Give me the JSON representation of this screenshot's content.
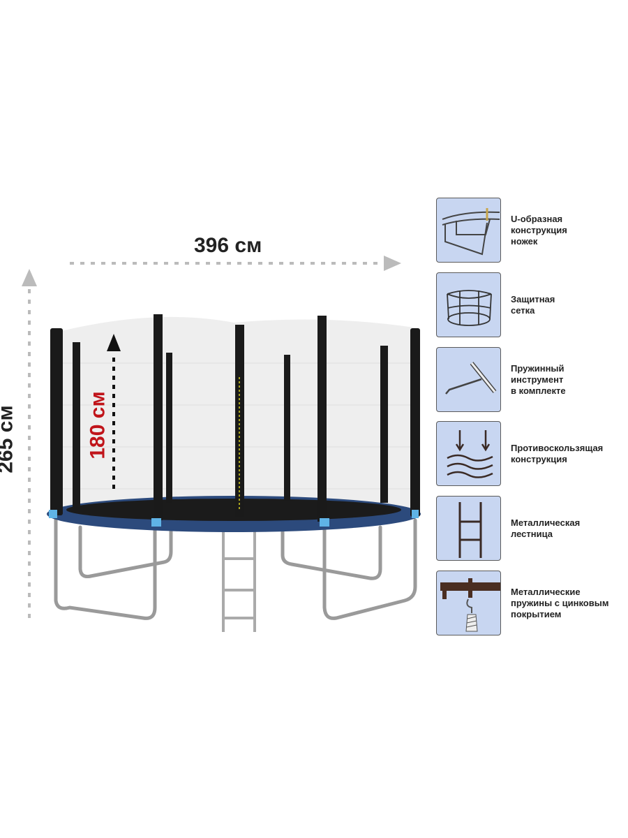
{
  "dimensions": {
    "width": "396 см",
    "height": "265 см",
    "net_height": "180 см"
  },
  "features": [
    {
      "icon": "u-legs-icon",
      "lines": [
        "U-образная",
        "конструкция",
        "ножек"
      ]
    },
    {
      "icon": "safety-net-icon",
      "lines": [
        "Защитная",
        "сетка"
      ]
    },
    {
      "icon": "spring-tool-icon",
      "lines": [
        "Пружинный",
        "инструмент",
        "в комплекте"
      ]
    },
    {
      "icon": "anti-slip-icon",
      "lines": [
        "Противоскользящая",
        "конструкция"
      ]
    },
    {
      "icon": "ladder-icon",
      "lines": [
        "Металлическая",
        "лестница"
      ]
    },
    {
      "icon": "spring-icon",
      "lines": [
        "Металлические",
        "пружины с цинковым",
        "покрытием"
      ]
    }
  ],
  "colors": {
    "icon_bg": "#c8d6f1",
    "accent_red": "#c0141a",
    "mat_blue": "#2c4a7c"
  }
}
